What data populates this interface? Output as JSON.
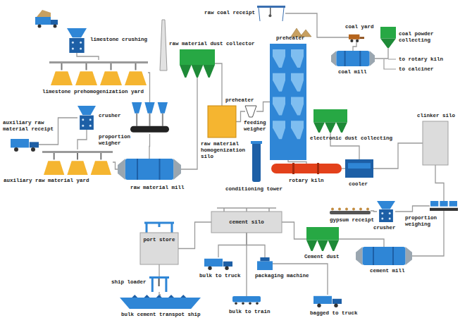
{
  "diagram": {
    "nodes": [
      {
        "text": [
          "limestone crushing"
        ]
      },
      {
        "text": [
          "limestone prehomogenization yard"
        ]
      },
      {
        "text": [
          "auxiliary raw material receipt"
        ]
      },
      {
        "text": [
          "crusher"
        ]
      },
      {
        "text": [
          "auxiliary raw material yard"
        ]
      },
      {
        "text": [
          "proportion weigher"
        ]
      },
      {
        "text": [
          "raw material mill"
        ]
      },
      {
        "text": [
          "raw material dust collector"
        ]
      },
      {
        "text": [
          "preheater",
          "raw material homogenization silo"
        ]
      },
      {
        "text": [
          "feeding weigher"
        ]
      },
      {
        "text": [
          "conditioning tower"
        ]
      },
      {
        "text": [
          "preheater"
        ]
      },
      {
        "text": [
          "raw coal receipt"
        ]
      },
      {
        "text": [
          "coal yard"
        ]
      },
      {
        "text": [
          "coal mill"
        ]
      },
      {
        "text": [
          "coal powder collecting"
        ]
      },
      {
        "text": [
          "electronic dust collecting"
        ]
      },
      {
        "text": [
          "rotary kiln"
        ]
      },
      {
        "text": [
          "cooler"
        ]
      },
      {
        "text": [
          "clinker silo"
        ]
      },
      {
        "text": [
          "gypsum receipt"
        ]
      },
      {
        "text": [
          "crusher"
        ]
      },
      {
        "text": [
          "proportion weighing"
        ]
      },
      {
        "text": [
          "cement mill"
        ]
      },
      {
        "text": [
          "Cement dust"
        ]
      },
      {
        "text": [
          "cement silo"
        ]
      },
      {
        "text": [
          "port store"
        ]
      },
      {
        "text": [
          "ship loader"
        ]
      },
      {
        "text": [
          "bulk cement transpot ship"
        ]
      },
      {
        "text": [
          "bulk to truck"
        ]
      },
      {
        "text": [
          "packaging machine"
        ]
      },
      {
        "text": [
          "bulk to train"
        ]
      },
      {
        "text": [
          "bagged to truck"
        ]
      }
    ],
    "edges": [
      {
        "from": 0,
        "to": 1,
        "arrow": "none"
      },
      {
        "from": 1,
        "to": 5,
        "arrow": "none"
      },
      {
        "from": 2,
        "to": 3,
        "arrow": "none"
      },
      {
        "from": 3,
        "to": 4,
        "arrow": "none"
      },
      {
        "from": 4,
        "to": 6,
        "arrow": "none"
      },
      {
        "from": 5,
        "to": 6,
        "arrow": "none"
      },
      {
        "from": 6,
        "to": 7,
        "arrow": "none"
      },
      {
        "from": 7,
        "to": 8,
        "arrow": "none"
      },
      {
        "from": 8,
        "to": 9,
        "arrow": "none"
      },
      {
        "from": 9,
        "to": 11,
        "arrow": "none"
      },
      {
        "from": 11,
        "to": 17,
        "arrow": "none"
      },
      {
        "from": 12,
        "to": 13,
        "arrow": "none"
      },
      {
        "from": 13,
        "to": 14,
        "arrow": "none"
      },
      {
        "from": 14,
        "to": 15,
        "arrow": "none"
      },
      {
        "from": 17,
        "to": 18,
        "arrow": "none"
      },
      {
        "from": 18,
        "to": 16,
        "arrow": "none"
      },
      {
        "from": 18,
        "to": 19,
        "arrow": "none"
      },
      {
        "from": 19,
        "to": 22,
        "arrow": "none"
      },
      {
        "from": 20,
        "to": 21,
        "arrow": "none"
      },
      {
        "from": 21,
        "to": 22,
        "arrow": "none"
      },
      {
        "from": 22,
        "to": 23,
        "arrow": "none"
      },
      {
        "from": 23,
        "to": 24,
        "arrow": "none"
      },
      {
        "from": 24,
        "to": 25,
        "arrow": "none"
      },
      {
        "from": 25,
        "to": 26,
        "arrow": "none"
      },
      {
        "from": 26,
        "to": 27,
        "arrow": "none"
      },
      {
        "from": 27,
        "to": 28,
        "arrow": "none"
      },
      {
        "from": 25,
        "to": 29,
        "arrow": "none"
      },
      {
        "from": 25,
        "to": 30,
        "arrow": "none"
      },
      {
        "from": 25,
        "to": 31,
        "arrow": "none"
      },
      {
        "from": 30,
        "to": 32,
        "arrow": "none"
      }
    ],
    "labels": [
      "to rotary kiln",
      "to calciner"
    ]
  }
}
